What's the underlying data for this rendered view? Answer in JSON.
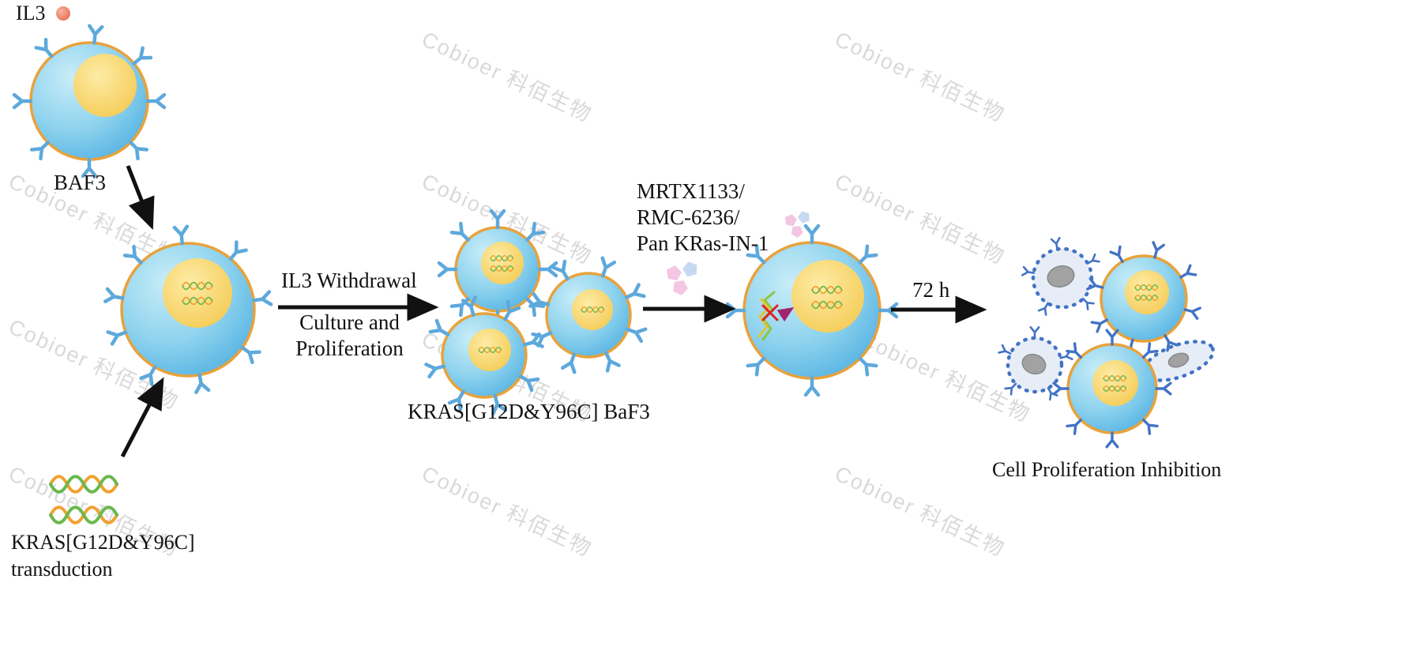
{
  "watermark": {
    "text": "Cobioer 科佰生物"
  },
  "labels": {
    "il3": "IL3",
    "baf3": "BAF3",
    "kras_transduction_line1": "KRAS[G12D&Y96C]",
    "kras_transduction_line2": "transduction",
    "il3_withdrawal": "IL3 Withdrawal",
    "culture_line1": "Culture and",
    "culture_line2": "Proliferation",
    "kras_baf3": "KRAS[G12D&Y96C] BaF3",
    "drug_line1": "MRTX1133/",
    "drug_line2": "RMC-6236/",
    "drug_line3": "Pan KRas-IN-1",
    "duration": "72 h",
    "result": "Cell Proliferation Inhibition"
  },
  "icons": {
    "il3_ligand": "red-orange-dot",
    "cell": "blue-cell-with-yellow-nucleus-and-receptors",
    "dna_helix": "orange-green-double-helix",
    "drug_molecules": "pink-blue-pentagons",
    "dying_cell": "gray-nucleus-dashed-outline-cell",
    "inhibition_mark": "red-x"
  },
  "colors": {
    "cell-border": "#e8a23c",
    "cell-fill": "#7ec9ea",
    "nucleus-fill": "#f7d161",
    "receptor-blue": "#5da9dc",
    "receptor-dark": "#4273c4",
    "dna-orange": "#f0a232",
    "dna-green": "#6ab84d",
    "drug-pink": "#f3c6e2",
    "drug-blue": "#c7d9f2",
    "arrow-black": "#111111",
    "inhibit-red": "#e02020",
    "watermark-gray": "#bababa"
  }
}
